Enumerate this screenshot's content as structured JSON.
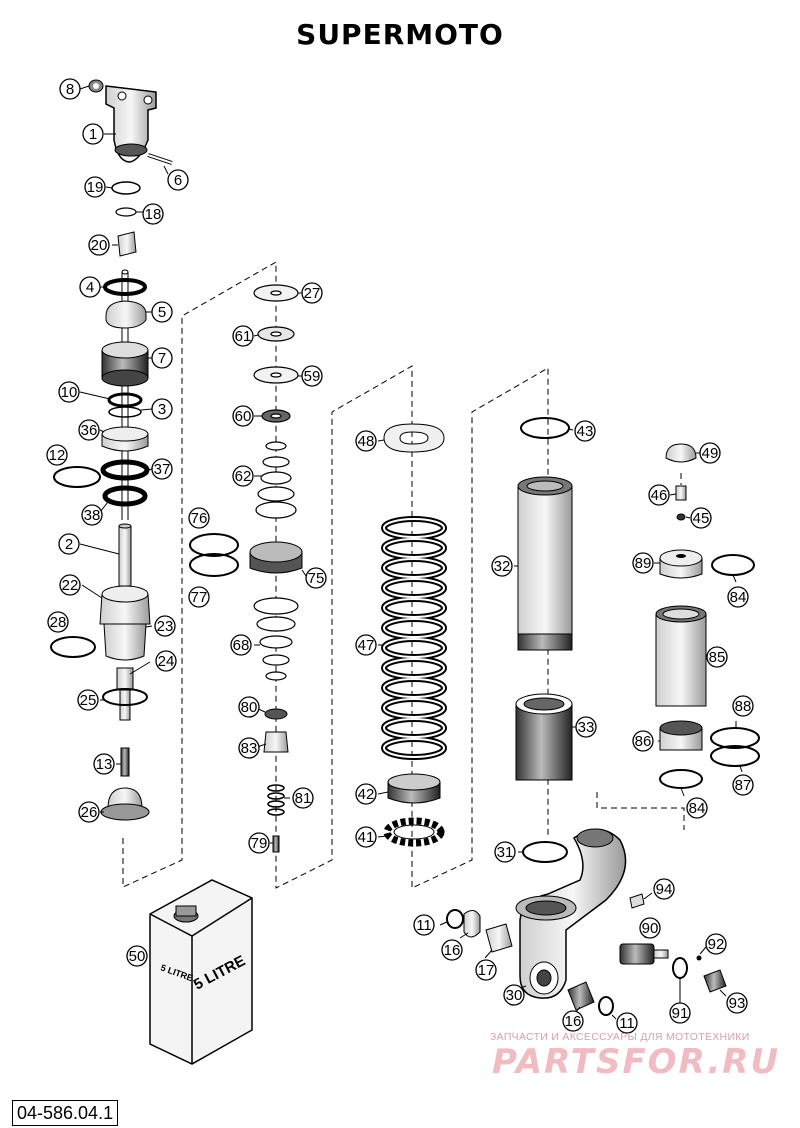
{
  "title": "SUPERMOTO",
  "document_id": "04-586.04.1",
  "watermark": {
    "tagline": "ЗАПЧАСТИ И АКСЕССУАРЫ ДЛЯ МОТОТЕХНИКИ",
    "brand": "PARTSFOR.RU"
  },
  "can_labels": {
    "side": "5 LITRE",
    "front": "5 LITRE"
  },
  "callouts": [
    {
      "id": "c8",
      "n": "8"
    },
    {
      "id": "c1",
      "n": "1"
    },
    {
      "id": "c6",
      "n": "6"
    },
    {
      "id": "c19",
      "n": "19"
    },
    {
      "id": "c18",
      "n": "18"
    },
    {
      "id": "c20",
      "n": "20"
    },
    {
      "id": "c4",
      "n": "4"
    },
    {
      "id": "c5",
      "n": "5"
    },
    {
      "id": "c7",
      "n": "7"
    },
    {
      "id": "c10",
      "n": "10"
    },
    {
      "id": "c3",
      "n": "3"
    },
    {
      "id": "c36",
      "n": "36"
    },
    {
      "id": "c12",
      "n": "12"
    },
    {
      "id": "c37",
      "n": "37"
    },
    {
      "id": "c38",
      "n": "38"
    },
    {
      "id": "c2",
      "n": "2"
    },
    {
      "id": "c22",
      "n": "22"
    },
    {
      "id": "c28",
      "n": "28"
    },
    {
      "id": "c23",
      "n": "23"
    },
    {
      "id": "c24",
      "n": "24"
    },
    {
      "id": "c25",
      "n": "25"
    },
    {
      "id": "c13",
      "n": "13"
    },
    {
      "id": "c26",
      "n": "26"
    },
    {
      "id": "c27",
      "n": "27"
    },
    {
      "id": "c61",
      "n": "61"
    },
    {
      "id": "c59",
      "n": "59"
    },
    {
      "id": "c60",
      "n": "60"
    },
    {
      "id": "c62",
      "n": "62"
    },
    {
      "id": "c76",
      "n": "76"
    },
    {
      "id": "c75",
      "n": "75"
    },
    {
      "id": "c77",
      "n": "77"
    },
    {
      "id": "c68",
      "n": "68"
    },
    {
      "id": "c80",
      "n": "80"
    },
    {
      "id": "c83",
      "n": "83"
    },
    {
      "id": "c81",
      "n": "81"
    },
    {
      "id": "c79",
      "n": "79"
    },
    {
      "id": "c48",
      "n": "48"
    },
    {
      "id": "c47",
      "n": "47"
    },
    {
      "id": "c42",
      "n": "42"
    },
    {
      "id": "c41",
      "n": "41"
    },
    {
      "id": "c43",
      "n": "43"
    },
    {
      "id": "c32",
      "n": "32"
    },
    {
      "id": "c33",
      "n": "33"
    },
    {
      "id": "c31",
      "n": "31"
    },
    {
      "id": "c49",
      "n": "49"
    },
    {
      "id": "c46",
      "n": "46"
    },
    {
      "id": "c45",
      "n": "45"
    },
    {
      "id": "c89",
      "n": "89"
    },
    {
      "id": "c84a",
      "n": "84"
    },
    {
      "id": "c85",
      "n": "85"
    },
    {
      "id": "c88",
      "n": "88"
    },
    {
      "id": "c86",
      "n": "86"
    },
    {
      "id": "c87",
      "n": "87"
    },
    {
      "id": "c84b",
      "n": "84"
    },
    {
      "id": "c94",
      "n": "94"
    },
    {
      "id": "c11a",
      "n": "11"
    },
    {
      "id": "c16a",
      "n": "16"
    },
    {
      "id": "c17",
      "n": "17"
    },
    {
      "id": "c90",
      "n": "90"
    },
    {
      "id": "c92",
      "n": "92"
    },
    {
      "id": "c50",
      "n": "50"
    },
    {
      "id": "c30",
      "n": "30"
    },
    {
      "id": "c16b",
      "n": "16"
    },
    {
      "id": "c11b",
      "n": "11"
    },
    {
      "id": "c91",
      "n": "91"
    },
    {
      "id": "c93",
      "n": "93"
    }
  ]
}
